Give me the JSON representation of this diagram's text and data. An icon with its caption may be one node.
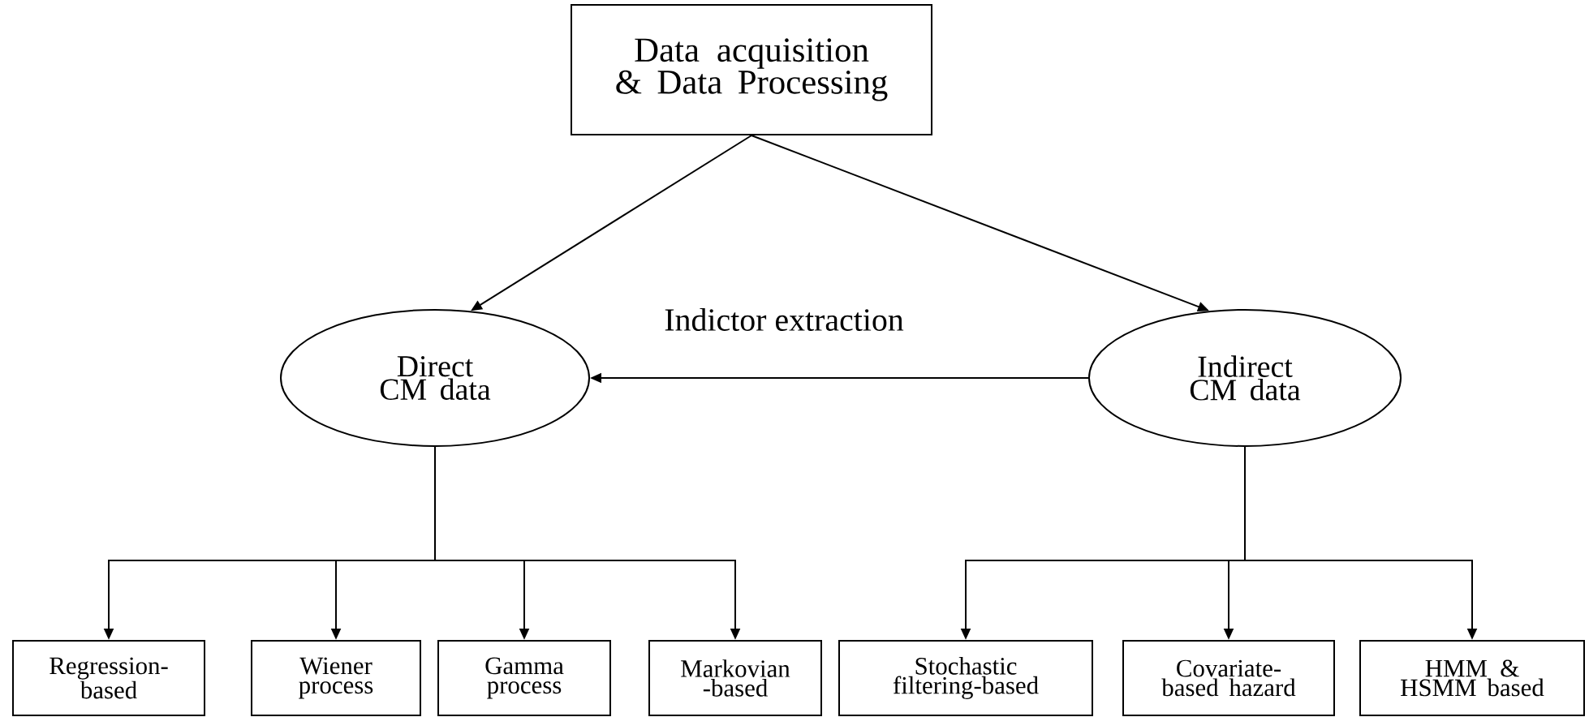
{
  "diagram": {
    "nodes": [
      {
        "text": [
          "Data acquisition & Data Processing"
        ]
      },
      {
        "text": [
          "Direct CM data"
        ]
      },
      {
        "text": [
          "Indirect CM data"
        ]
      },
      {
        "text": [
          "Regression- based"
        ]
      },
      {
        "text": [
          "Wiener process"
        ]
      },
      {
        "text": [
          "Gamma process"
        ]
      },
      {
        "text": [
          "Markovian -based"
        ]
      },
      {
        "text": [
          "Stochastic filtering-based"
        ]
      },
      {
        "text": [
          "Covariate- based hazard"
        ]
      },
      {
        "text": [
          "HMM & HSMM based"
        ]
      }
    ],
    "edges": [
      {
        "from": 0,
        "to": 1,
        "arrow": "to"
      },
      {
        "from": 0,
        "to": 2,
        "arrow": "to"
      },
      {
        "from": 2,
        "to": 1,
        "arrow": "to",
        "label": "Indictor extraction"
      },
      {
        "from": 1,
        "to": 3,
        "arrow": "to"
      },
      {
        "from": 1,
        "to": 4,
        "arrow": "to"
      },
      {
        "from": 1,
        "to": 5,
        "arrow": "to"
      },
      {
        "from": 1,
        "to": 6,
        "arrow": "to"
      },
      {
        "from": 2,
        "to": 7,
        "arrow": "to"
      },
      {
        "from": 2,
        "to": 8,
        "arrow": "to"
      },
      {
        "from": 2,
        "to": 9,
        "arrow": "to"
      }
    ]
  }
}
